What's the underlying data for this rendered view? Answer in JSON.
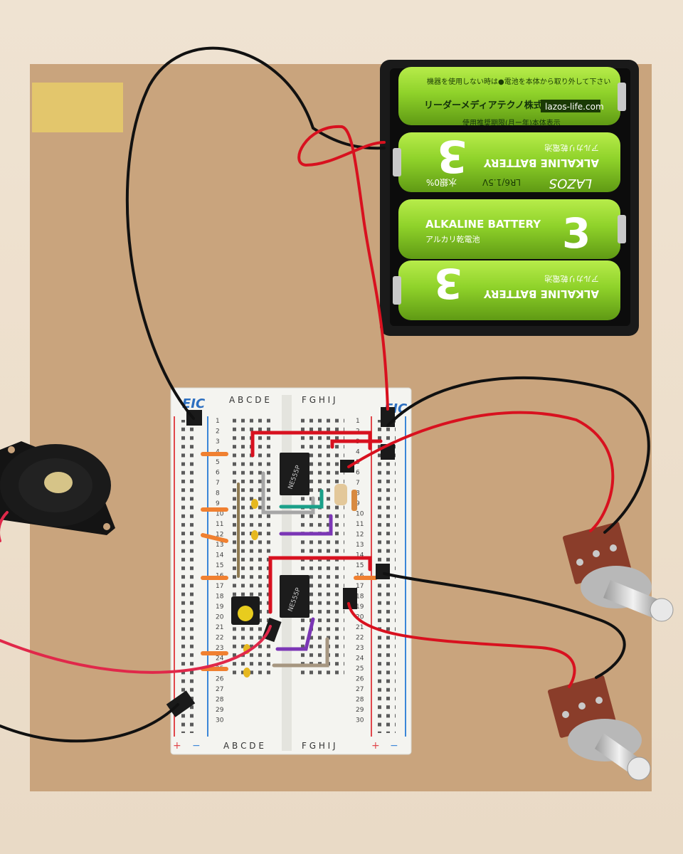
{
  "breadboard": {
    "brand": "EIC",
    "columns_left": "A B C D E",
    "columns_right": "F G H I J",
    "row_numbers": [
      "1",
      "2",
      "3",
      "4",
      "5",
      "6",
      "7",
      "8",
      "9",
      "10",
      "11",
      "12",
      "13",
      "14",
      "15",
      "16",
      "17",
      "18",
      "19",
      "20",
      "21",
      "22",
      "23",
      "24",
      "25",
      "26",
      "27",
      "28",
      "29",
      "30"
    ],
    "rail_plus": "+",
    "rail_minus": "−"
  },
  "batteries": [
    {
      "maker": "リーダーメディアテクノ株式会社",
      "site": "lazos-life.com",
      "notice": "使用推奨期限(月ー年)本体表示",
      "warning": "機器を使用しない時は●電池を本体から取り外して下さい"
    },
    {
      "number": "3",
      "label": "ALKALINE BATTERY",
      "jp": "アルカリ乾電池",
      "type": "LR6/1.5V",
      "mercury": "水銀0%",
      "brand": "LAZOS"
    },
    {
      "number": "3",
      "label": "ALKALINE BATTERY",
      "jp": "アルカリ乾電池"
    },
    {
      "number": "3",
      "label": "ALKALINE BATTERY",
      "jp": "アルカリ乾電池"
    }
  ],
  "chips": [
    {
      "marking": "NE555P"
    },
    {
      "marking": "NE555P"
    }
  ],
  "colors": {
    "board": "#c8a37c",
    "battery_green": "#8ed12a",
    "wire_red": "#d8111f",
    "wire_black": "#111111",
    "breadboard": "#f4f4f0",
    "rail_red": "#e0474c",
    "rail_blue": "#3b86d8"
  }
}
